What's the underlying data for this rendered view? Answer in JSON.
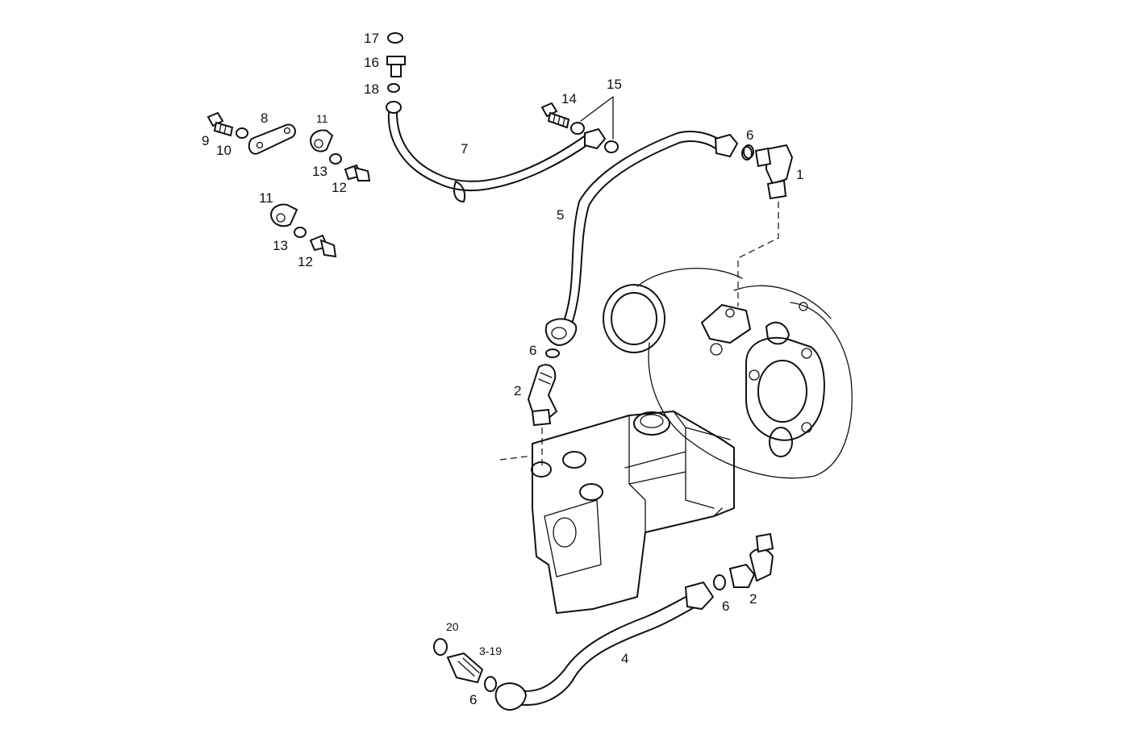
{
  "callouts": [
    {
      "id": "c17",
      "text": "17"
    },
    {
      "id": "c16",
      "text": "16"
    },
    {
      "id": "c18",
      "text": "18"
    },
    {
      "id": "c14",
      "text": "14"
    },
    {
      "id": "c15",
      "text": "15"
    },
    {
      "id": "c8",
      "text": "8"
    },
    {
      "id": "c11a",
      "text": "11"
    },
    {
      "id": "c9",
      "text": "9"
    },
    {
      "id": "c10",
      "text": "10"
    },
    {
      "id": "c13a",
      "text": "13"
    },
    {
      "id": "c12a",
      "text": "12"
    },
    {
      "id": "c7",
      "text": "7"
    },
    {
      "id": "c6a",
      "text": "6"
    },
    {
      "id": "c1",
      "text": "1"
    },
    {
      "id": "c5",
      "text": "5"
    },
    {
      "id": "c11b",
      "text": "11"
    },
    {
      "id": "c13b",
      "text": "13"
    },
    {
      "id": "c12b",
      "text": "12"
    },
    {
      "id": "c6b",
      "text": "6"
    },
    {
      "id": "c2a",
      "text": "2"
    },
    {
      "id": "c6c",
      "text": "6"
    },
    {
      "id": "c2b",
      "text": "2"
    },
    {
      "id": "c20",
      "text": "20"
    },
    {
      "id": "c319",
      "text": "3-19"
    },
    {
      "id": "c4",
      "text": "4"
    },
    {
      "id": "c6d",
      "text": "6"
    }
  ]
}
